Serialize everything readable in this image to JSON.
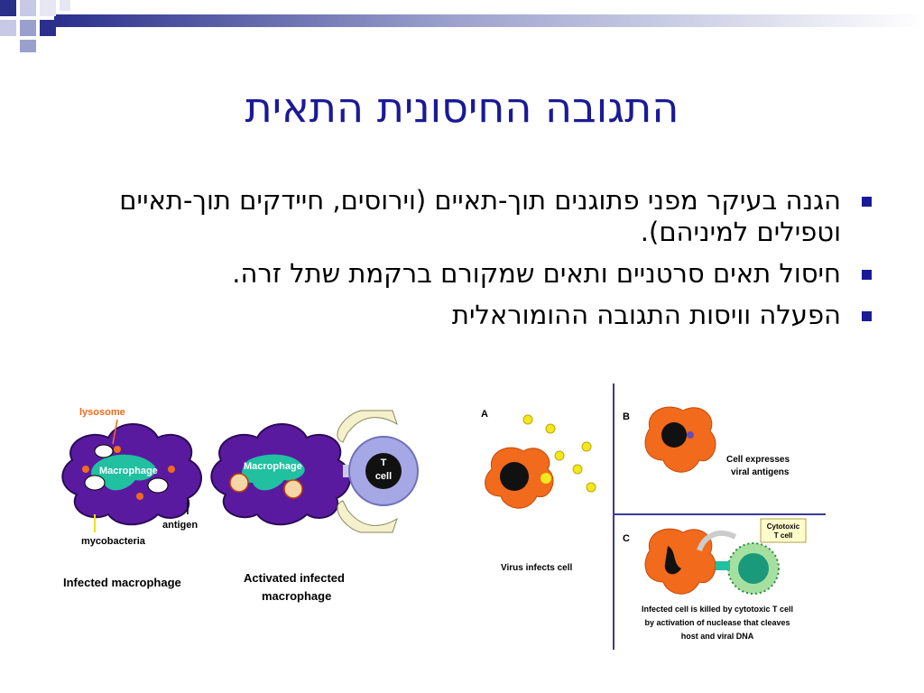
{
  "slide": {
    "title": "התגובה החיסונית התאית",
    "bullets": [
      "הגנה בעיקר מפני פתוגנים תוך-תאיים (וירוסים, חיידקים תוך-תאיים וטפילים למיניהם).",
      "חיסול תאים סרטניים ותאים שמקורם ברקמת שתל זרה.",
      "הפעלה וויסות התגובה ההומוראלית"
    ]
  },
  "figure_left": {
    "lysosome": "lysosome",
    "macrophage_1": "Macrophage",
    "macrophage_2": "Macrophage",
    "antigen": "antigen",
    "mycobacteria": "mycobacteria",
    "t_cell_1": "T",
    "t_cell_2": "cell",
    "caption_infected": "Infected macrophage",
    "caption_activated_1": "Activated infected",
    "caption_activated_2": "macrophage"
  },
  "figure_right": {
    "panel_a": "A",
    "panel_b": "B",
    "panel_c": "C",
    "virus_infects": "Virus infects cell",
    "expresses_1": "Cell expresses",
    "expresses_2": "viral antigens",
    "cytotoxic_1": "Cytotoxic",
    "cytotoxic_2": "T cell",
    "killed_1": "Infected cell is killed by cytotoxic T cell",
    "killed_2": "by activation of nuclease that cleaves",
    "killed_3": "host and viral DNA"
  },
  "colors": {
    "title": "#1a1a96",
    "bullet": "#1a1a96",
    "macrophage": "#5a1aa0",
    "infected_cell": "#f26a1b",
    "tcell": "#a6a8e6"
  }
}
